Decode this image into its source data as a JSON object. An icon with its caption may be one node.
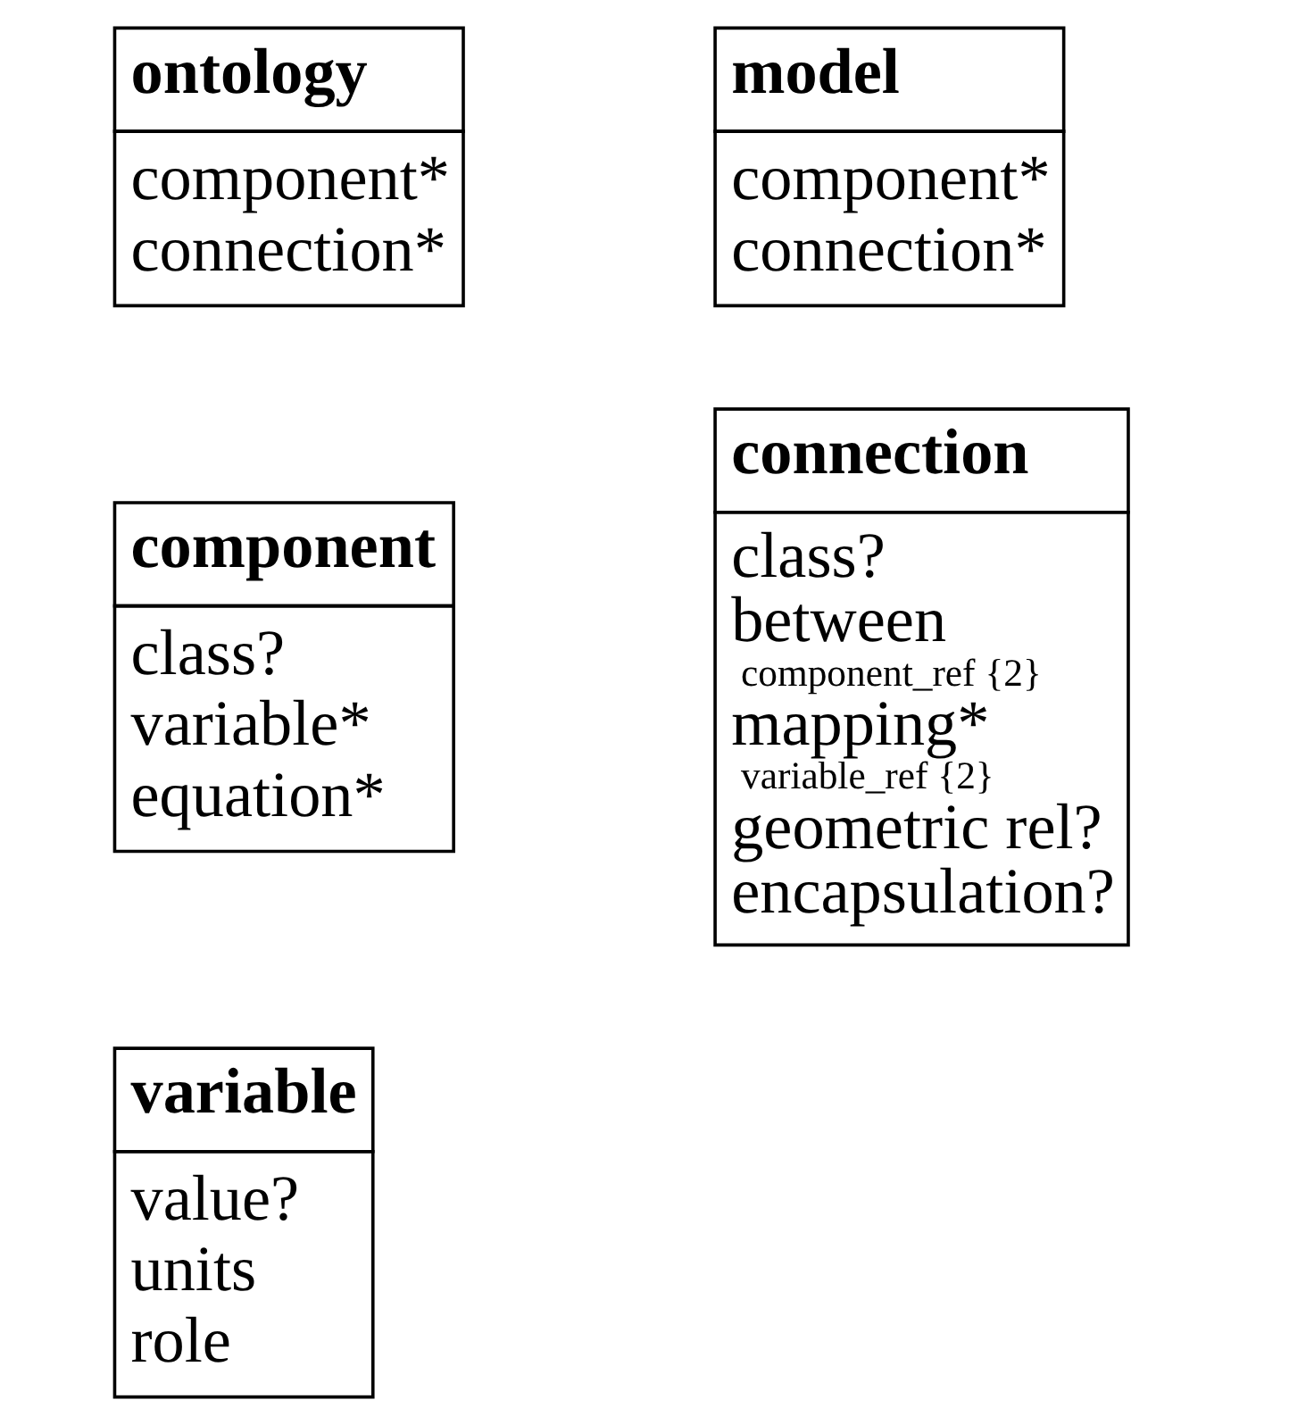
{
  "diagram": {
    "nodes": [
      {
        "text": [
          "ontology",
          "component*",
          "connection*"
        ]
      },
      {
        "text": [
          "model",
          "component*",
          "connection*"
        ]
      },
      {
        "text": [
          "component",
          "class?",
          "variable*",
          "equation*"
        ]
      },
      {
        "text": [
          "connection",
          "class?",
          "between",
          "component_ref {2}",
          "mapping*",
          "variable_ref {2}",
          "geometric rel?",
          "encapsulation?"
        ]
      },
      {
        "text": [
          "variable",
          "value?",
          "units",
          "role"
        ]
      }
    ]
  }
}
